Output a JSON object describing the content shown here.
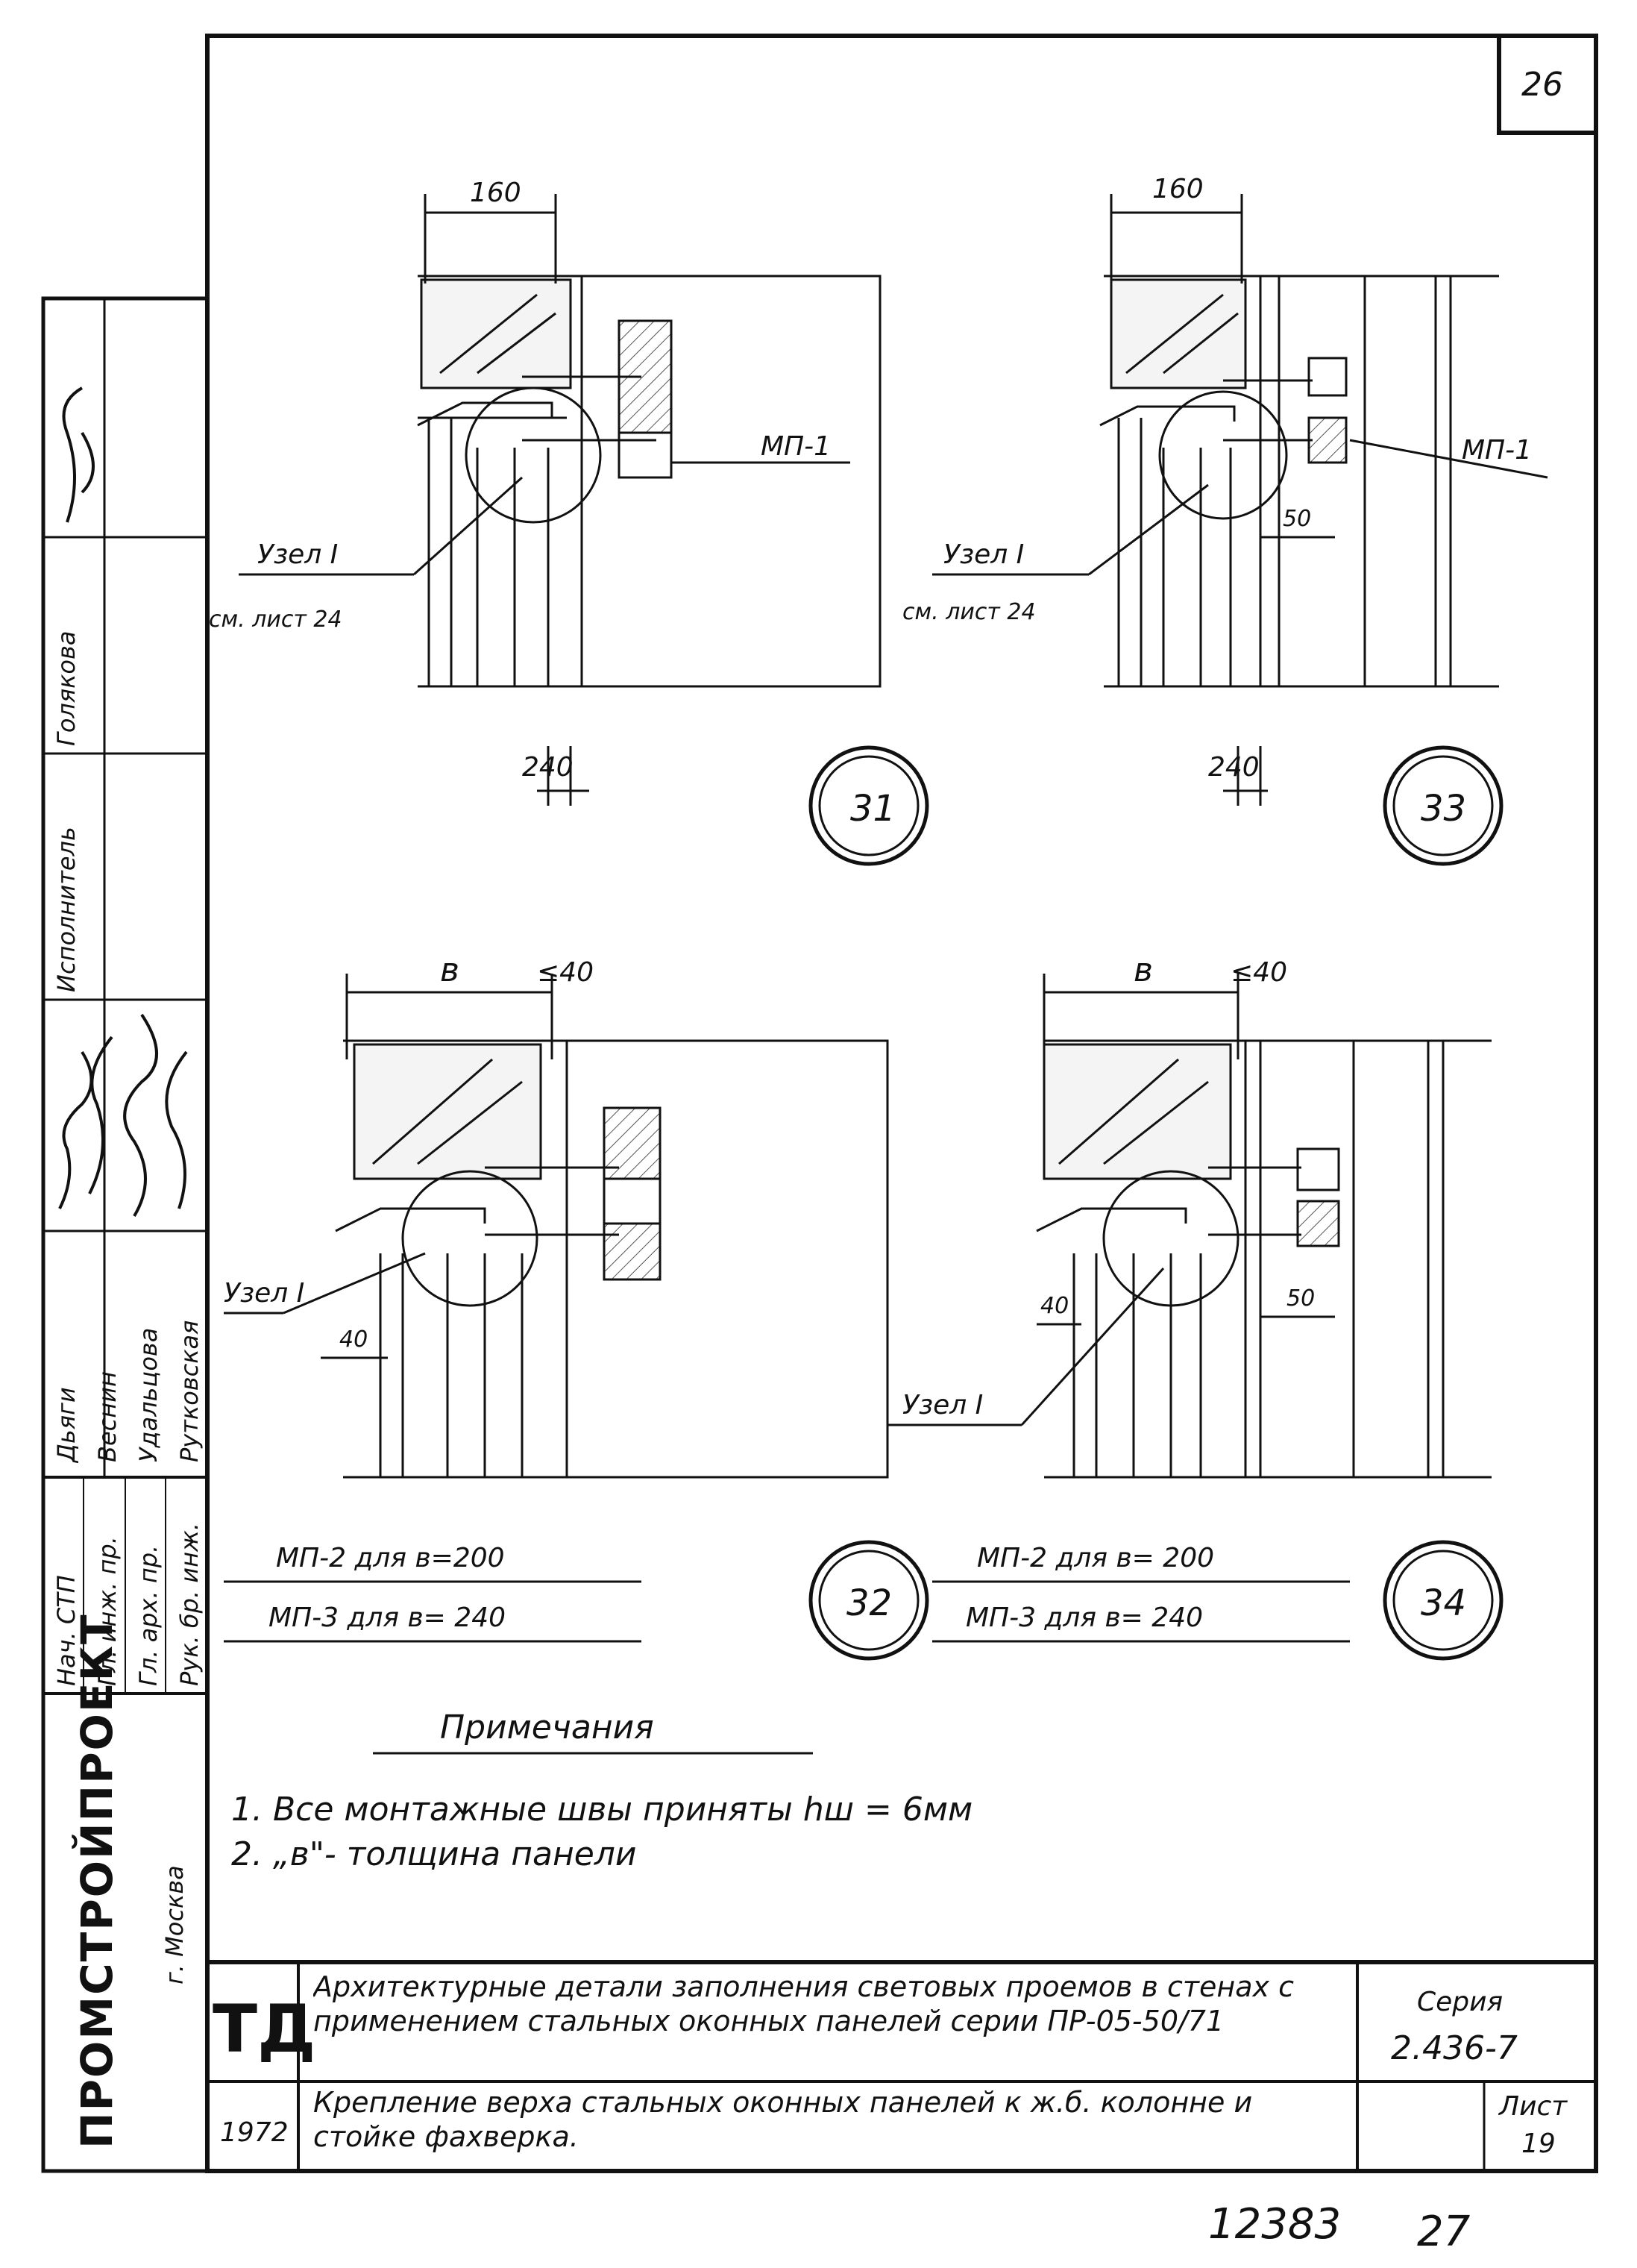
{
  "sheet": {
    "corner_number": "26",
    "page_number": "27",
    "archive_number": "12383"
  },
  "stamp_side": {
    "org_name": "ПРОМСТРОЙПРОЕКТ",
    "org_city": "г. Москва",
    "roles": [
      "Нач. СТП",
      "Гл. инж. пр.",
      "Гл. арх. пр.",
      "Рук. бр. инж."
    ],
    "names": [
      "Дьяги",
      "Веснин",
      "Удальцова",
      "Рутковская"
    ],
    "executor_label": "Исполнитель",
    "executor_name": "Голякова"
  },
  "details": [
    {
      "number": "31",
      "dim_top": "160",
      "dim_bottom": "240",
      "node_label": "Узел I",
      "node_ref": "см. лист 24",
      "plate": "МП-1"
    },
    {
      "number": "33",
      "dim_top": "160",
      "dim_bottom": "240",
      "dim_side": "50",
      "node_label": "Узел I",
      "node_ref": "см. лист 24",
      "plate": "МП-1"
    },
    {
      "number": "32",
      "dim_top": "в",
      "dim_gap": "≤40",
      "dim_side": "40",
      "node_label": "Узел I",
      "table_rows": [
        "МП-2 для в=200",
        "МП-3 для в= 240"
      ]
    },
    {
      "number": "34",
      "dim_top": "в",
      "dim_gap": "≤40",
      "dim_side": "40",
      "dim_side2": "50",
      "node_label": "Узел I",
      "table_rows": [
        "МП-2 для в= 200",
        "МП-3 для в= 240"
      ]
    }
  ],
  "notes": {
    "title": "Примечания",
    "items": [
      "1. Все монтажные швы приняты hш = 6мм",
      "2. „в\"- толщина панели"
    ]
  },
  "title_block": {
    "logo": "ТД",
    "project_title": "Архитектурные детали заполнения световых проемов в стенах с применением стальных оконных панелей серии ПР-05-50/71",
    "sheet_title": "Крепление верха стальных оконных панелей к ж.б. колонне и стойке фахверка.",
    "year": "1972",
    "series_label": "Серия",
    "series_value": "2.436-7",
    "sheet_label": "Лист",
    "sheet_value": "19"
  }
}
